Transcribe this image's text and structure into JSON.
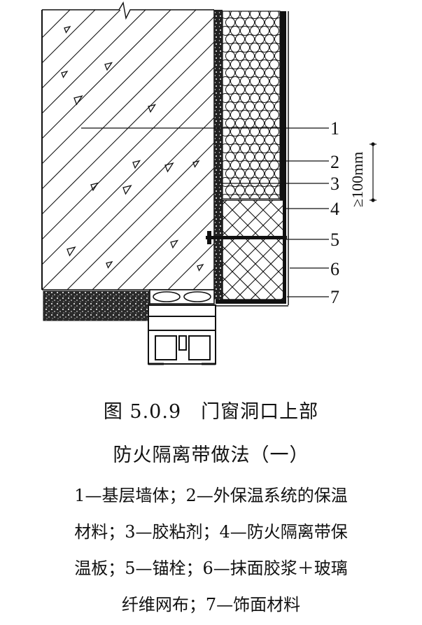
{
  "figure": {
    "title": "图 5.0.9　门窗洞口上部",
    "subtitle": "防火隔离带做法（一）",
    "legend_lines": [
      "1—基层墙体；2—外保温系统的保温",
      "材料；3—胶粘剂；4—防火隔离带保",
      "温板；5—锚栓；6—抹面胶浆＋玻璃",
      "纤维网布；7—饰面材料"
    ]
  },
  "callouts": [
    "1",
    "2",
    "3",
    "4",
    "5",
    "6",
    "7"
  ],
  "dimension_label": "≥100mm",
  "colors": {
    "ink": "#111111",
    "paper": "#ffffff"
  }
}
